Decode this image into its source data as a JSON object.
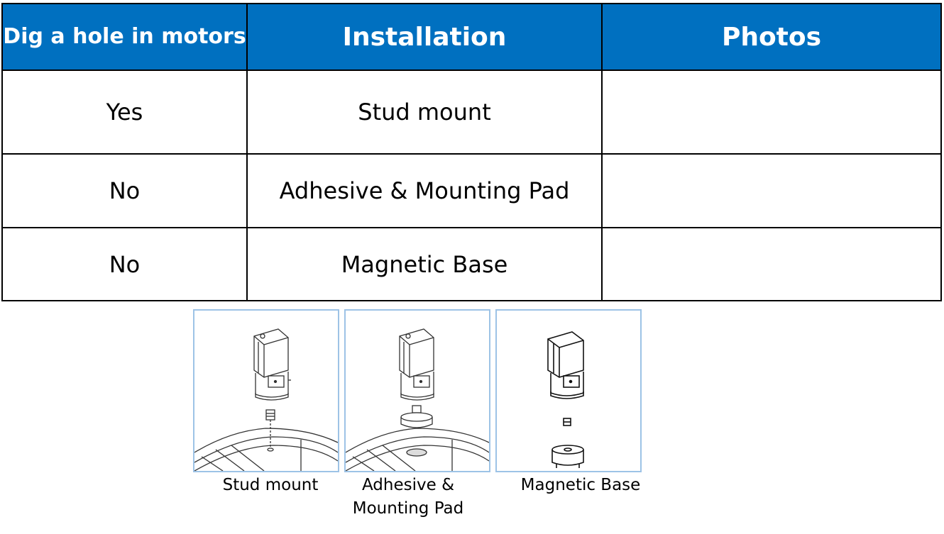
{
  "table": {
    "headers": [
      "Dig a hole in motors",
      "Installation",
      "Photos"
    ],
    "rows": [
      {
        "hole": "Yes",
        "installation": "Stud mount",
        "photo": ""
      },
      {
        "hole": "No",
        "installation": "Adhesive & Mounting Pad",
        "photo": ""
      },
      {
        "hole": "No",
        "installation": "Magnetic Base",
        "photo": ""
      }
    ]
  },
  "colors": {
    "header_bg": "#0070c0",
    "header_text": "#ffffff",
    "photo_border": "#9dc3e6"
  },
  "images": [
    {
      "icon": "stud-mount-sensor-illustration",
      "caption": "Stud mount"
    },
    {
      "icon": "adhesive-pad-sensor-illustration",
      "caption": "Adhesive & Mounting Pad"
    },
    {
      "icon": "magnetic-base-sensor-illustration",
      "caption": "Magnetic Base"
    }
  ]
}
